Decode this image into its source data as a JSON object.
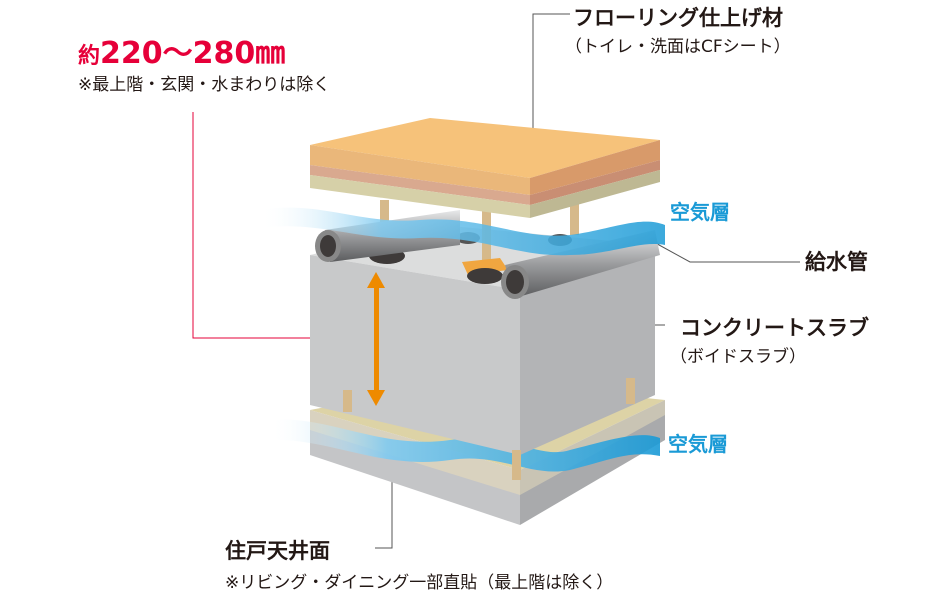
{
  "thickness": {
    "prefix": "約",
    "value": "220〜280㎜",
    "note": "※最上階・玄関・水まわりは除く"
  },
  "flooring": {
    "title": "フローリング仕上げ材",
    "note": "（トイレ・洗面はCFシート）"
  },
  "air_layer_top": "空気層",
  "water_pipe": "給水管",
  "slab": {
    "title": "コンクリートスラブ",
    "note": "（ボイドスラブ）"
  },
  "air_layer_bottom": "空気層",
  "ceiling": {
    "title": "住戸天井面",
    "note": "※リビング・ダイニング一部直貼（最上階は除く）"
  },
  "colors": {
    "accent_red": "#e60039",
    "air_blue": "#1a9ad6",
    "arrow_orange": "#ee8a00",
    "concrete": "#c8c9ca"
  }
}
